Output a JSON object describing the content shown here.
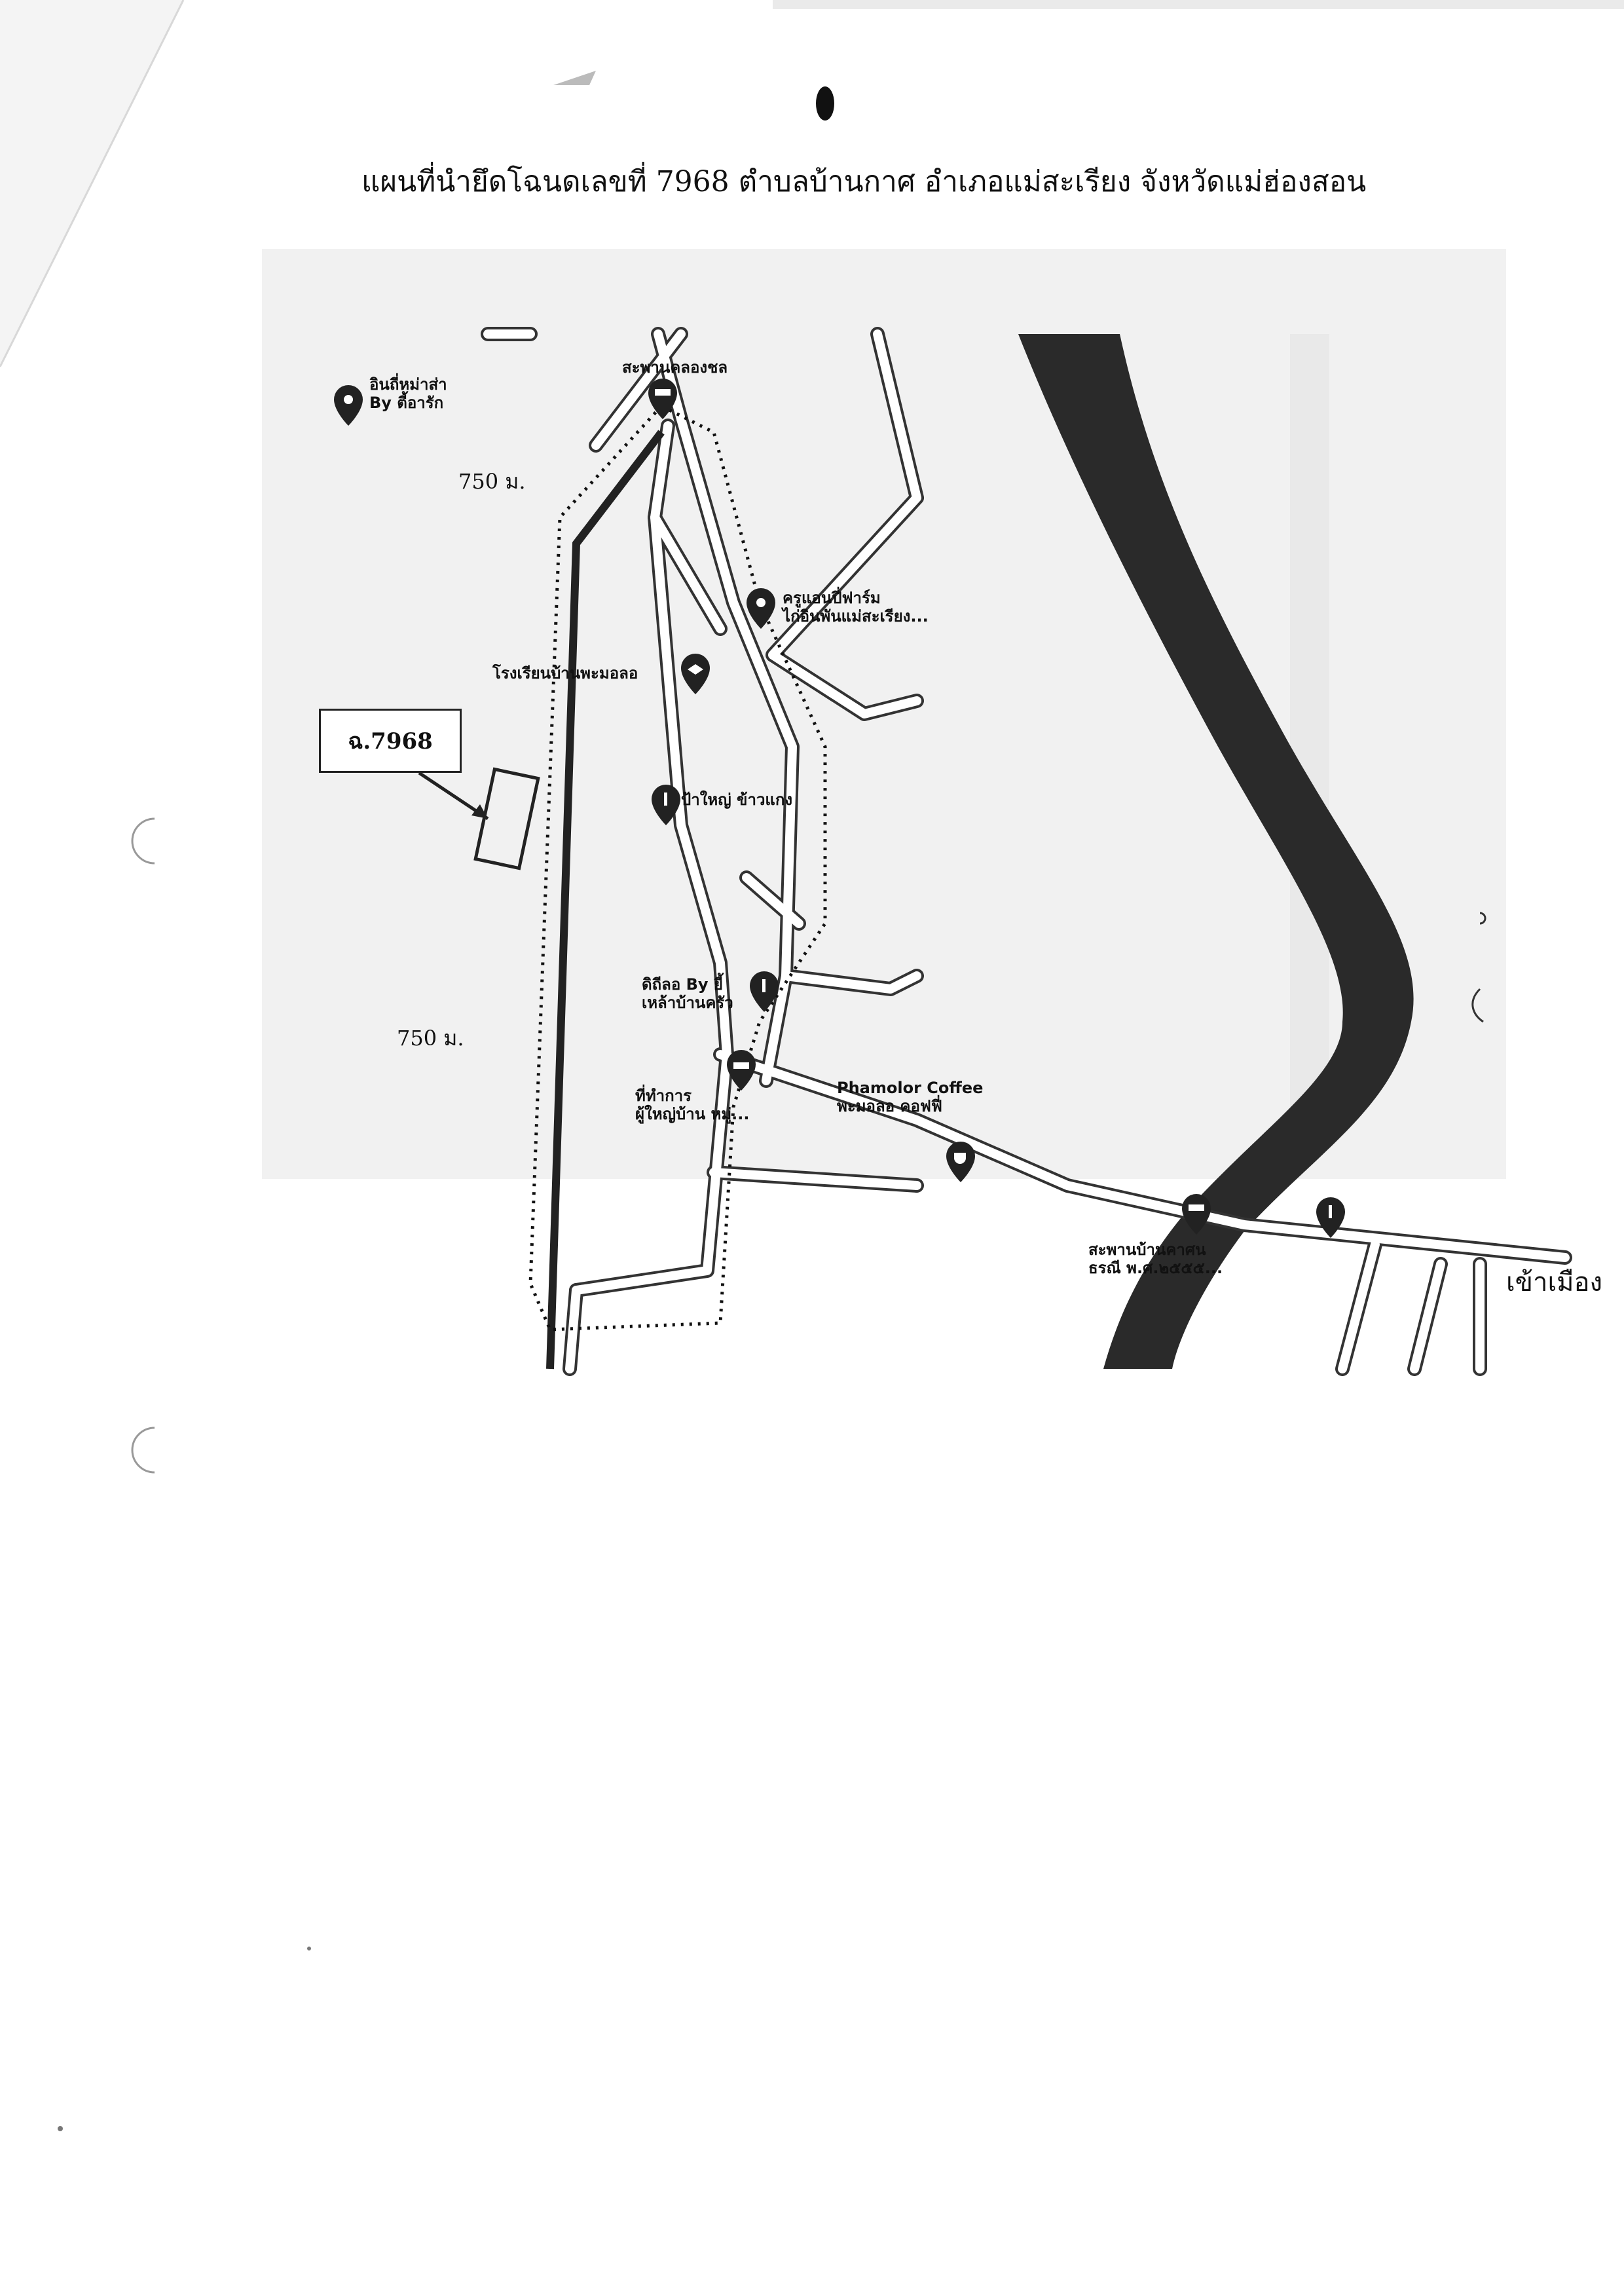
{
  "document": {
    "title": "แผนที่นำยึดโฉนดเลขที่ 7968 ตำบลบ้านกาศ อำเภอแม่สะเรียง จังหวัดแม่ฮ่องสอน"
  },
  "map": {
    "parcel_label": "ฉ.7968",
    "distance_top": "750 ม.",
    "distance_bottom": "750 ม.",
    "to_city": "เข้าเมือง",
    "colors": {
      "river": "#2a2a2a",
      "road_stroke": "#333333",
      "background": "#ffffff"
    },
    "places": {
      "inthi": {
        "line1": "อินถี่หม่าส่า",
        "line2": "By ตี้อารัก",
        "icon": "map-pin-icon"
      },
      "bridge_top": {
        "line1": "สะพานคลองชล",
        "icon": "bridge-icon"
      },
      "farm": {
        "line1": "ครูแอนปี่ฟาร์ม",
        "line2": "ไก่อินพันแม่สะเรียง...",
        "icon": "map-pin-icon"
      },
      "school": {
        "line1": "โรงเรียนบ้านพะมอลอ",
        "icon": "school-icon"
      },
      "restaurant": {
        "line1": "ป้าใหญ่ ข้าวแกง",
        "icon": "restaurant-icon"
      },
      "cafe_by": {
        "line1": "ดิถีลอ By ยี้",
        "line2": "เหล้าบ้านครัว",
        "icon": "restaurant-icon"
      },
      "office": {
        "line1": "ที่ทำการ",
        "line2": "ผู้ใหญ่บ้าน หมู่...",
        "icon": "government-icon"
      },
      "coffee": {
        "line1": "Phamolor Coffee",
        "line2": "พะมอลอ คอฟฟี่",
        "icon": "coffee-icon"
      },
      "bridge_right": {
        "line1": "สะพานบ้านคาศน",
        "line2": "ธรณี พ.ศ.๒๕๕๕...",
        "icon": "bridge-icon"
      }
    }
  }
}
